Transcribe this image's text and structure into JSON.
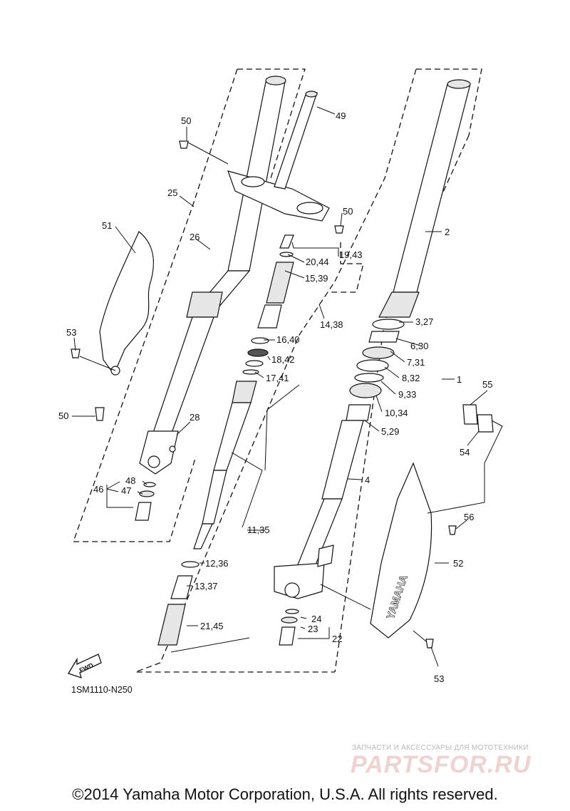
{
  "diagram_code": "1SM1110-N250",
  "fwd_label": "FWD",
  "brand_logo": "YAMAHA",
  "watermark_text": "ЗАПЧАСТИ И АКСЕССУАРЫ ДЛЯ МОТОТЕХНИКИ",
  "watermark_logo": "PARTSFOR.RU",
  "copyright": "©2014 Yamaha Motor Corporation, U.S.A. All rights reserved.",
  "callouts": [
    {
      "id": "c1",
      "text": "1"
    },
    {
      "id": "c2",
      "text": "2"
    },
    {
      "id": "c3",
      "text": "3,27"
    },
    {
      "id": "c4",
      "text": "4"
    },
    {
      "id": "c5",
      "text": "5,29"
    },
    {
      "id": "c6",
      "text": "6,30"
    },
    {
      "id": "c7",
      "text": "7,31"
    },
    {
      "id": "c8",
      "text": "8,32"
    },
    {
      "id": "c9",
      "text": "9,33"
    },
    {
      "id": "c10",
      "text": "10,34"
    },
    {
      "id": "c11",
      "text": "11,35"
    },
    {
      "id": "c12",
      "text": "12,36"
    },
    {
      "id": "c13",
      "text": "13,37"
    },
    {
      "id": "c14",
      "text": "14,38"
    },
    {
      "id": "c15",
      "text": "15,39"
    },
    {
      "id": "c16",
      "text": "16,40"
    },
    {
      "id": "c17",
      "text": "17,41"
    },
    {
      "id": "c18",
      "text": "18,42"
    },
    {
      "id": "c19",
      "text": "19,43"
    },
    {
      "id": "c20",
      "text": "20,44"
    },
    {
      "id": "c21",
      "text": "21,45"
    },
    {
      "id": "c22",
      "text": "22"
    },
    {
      "id": "c23",
      "text": "23"
    },
    {
      "id": "c24",
      "text": "24"
    },
    {
      "id": "c25",
      "text": "25"
    },
    {
      "id": "c26",
      "text": "26"
    },
    {
      "id": "c28",
      "text": "28"
    },
    {
      "id": "c46",
      "text": "46"
    },
    {
      "id": "c47",
      "text": "47"
    },
    {
      "id": "c48",
      "text": "48"
    },
    {
      "id": "c49",
      "text": "49"
    },
    {
      "id": "c50a",
      "text": "50"
    },
    {
      "id": "c50b",
      "text": "50"
    },
    {
      "id": "c50c",
      "text": "50"
    },
    {
      "id": "c51",
      "text": "51"
    },
    {
      "id": "c52",
      "text": "52"
    },
    {
      "id": "c53a",
      "text": "53"
    },
    {
      "id": "c53b",
      "text": "53"
    },
    {
      "id": "c54",
      "text": "54"
    },
    {
      "id": "c55",
      "text": "55"
    },
    {
      "id": "c56",
      "text": "56"
    }
  ]
}
